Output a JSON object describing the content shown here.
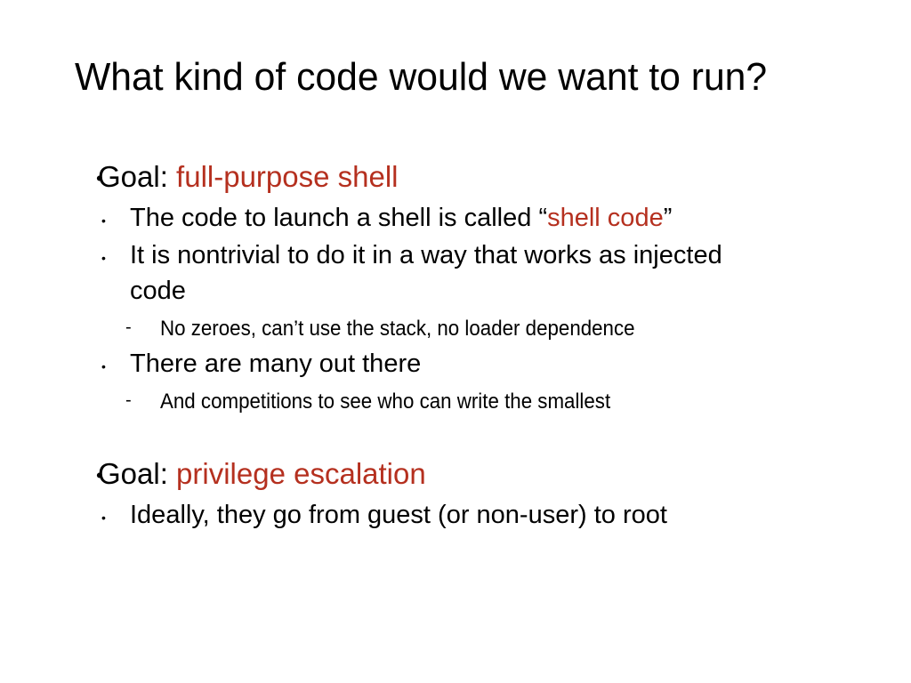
{
  "slide": {
    "title": "What kind of code would we want to run?",
    "accent_color": "#b5301f",
    "items": [
      {
        "prefix": "Goal: ",
        "highlight": "full-purpose shell"
      },
      {
        "prefix": "The code to launch a shell is called “",
        "highlight": "shell code",
        "suffix": "”"
      },
      {
        "line1": "It is nontrivial to do it in a way that works as injected",
        "line2": "code"
      },
      {
        "text": "No zeroes, can’t use the stack, no loader dependence"
      },
      {
        "text": "There are many out there"
      },
      {
        "text": "And competitions to see who can write the smallest"
      },
      {
        "prefix": "Goal: ",
        "highlight": "privilege escalation"
      },
      {
        "text": "Ideally, they go from guest (or non-user) to root"
      }
    ],
    "bullets": {
      "level1": "•",
      "level2": "•",
      "level3": "-"
    }
  }
}
